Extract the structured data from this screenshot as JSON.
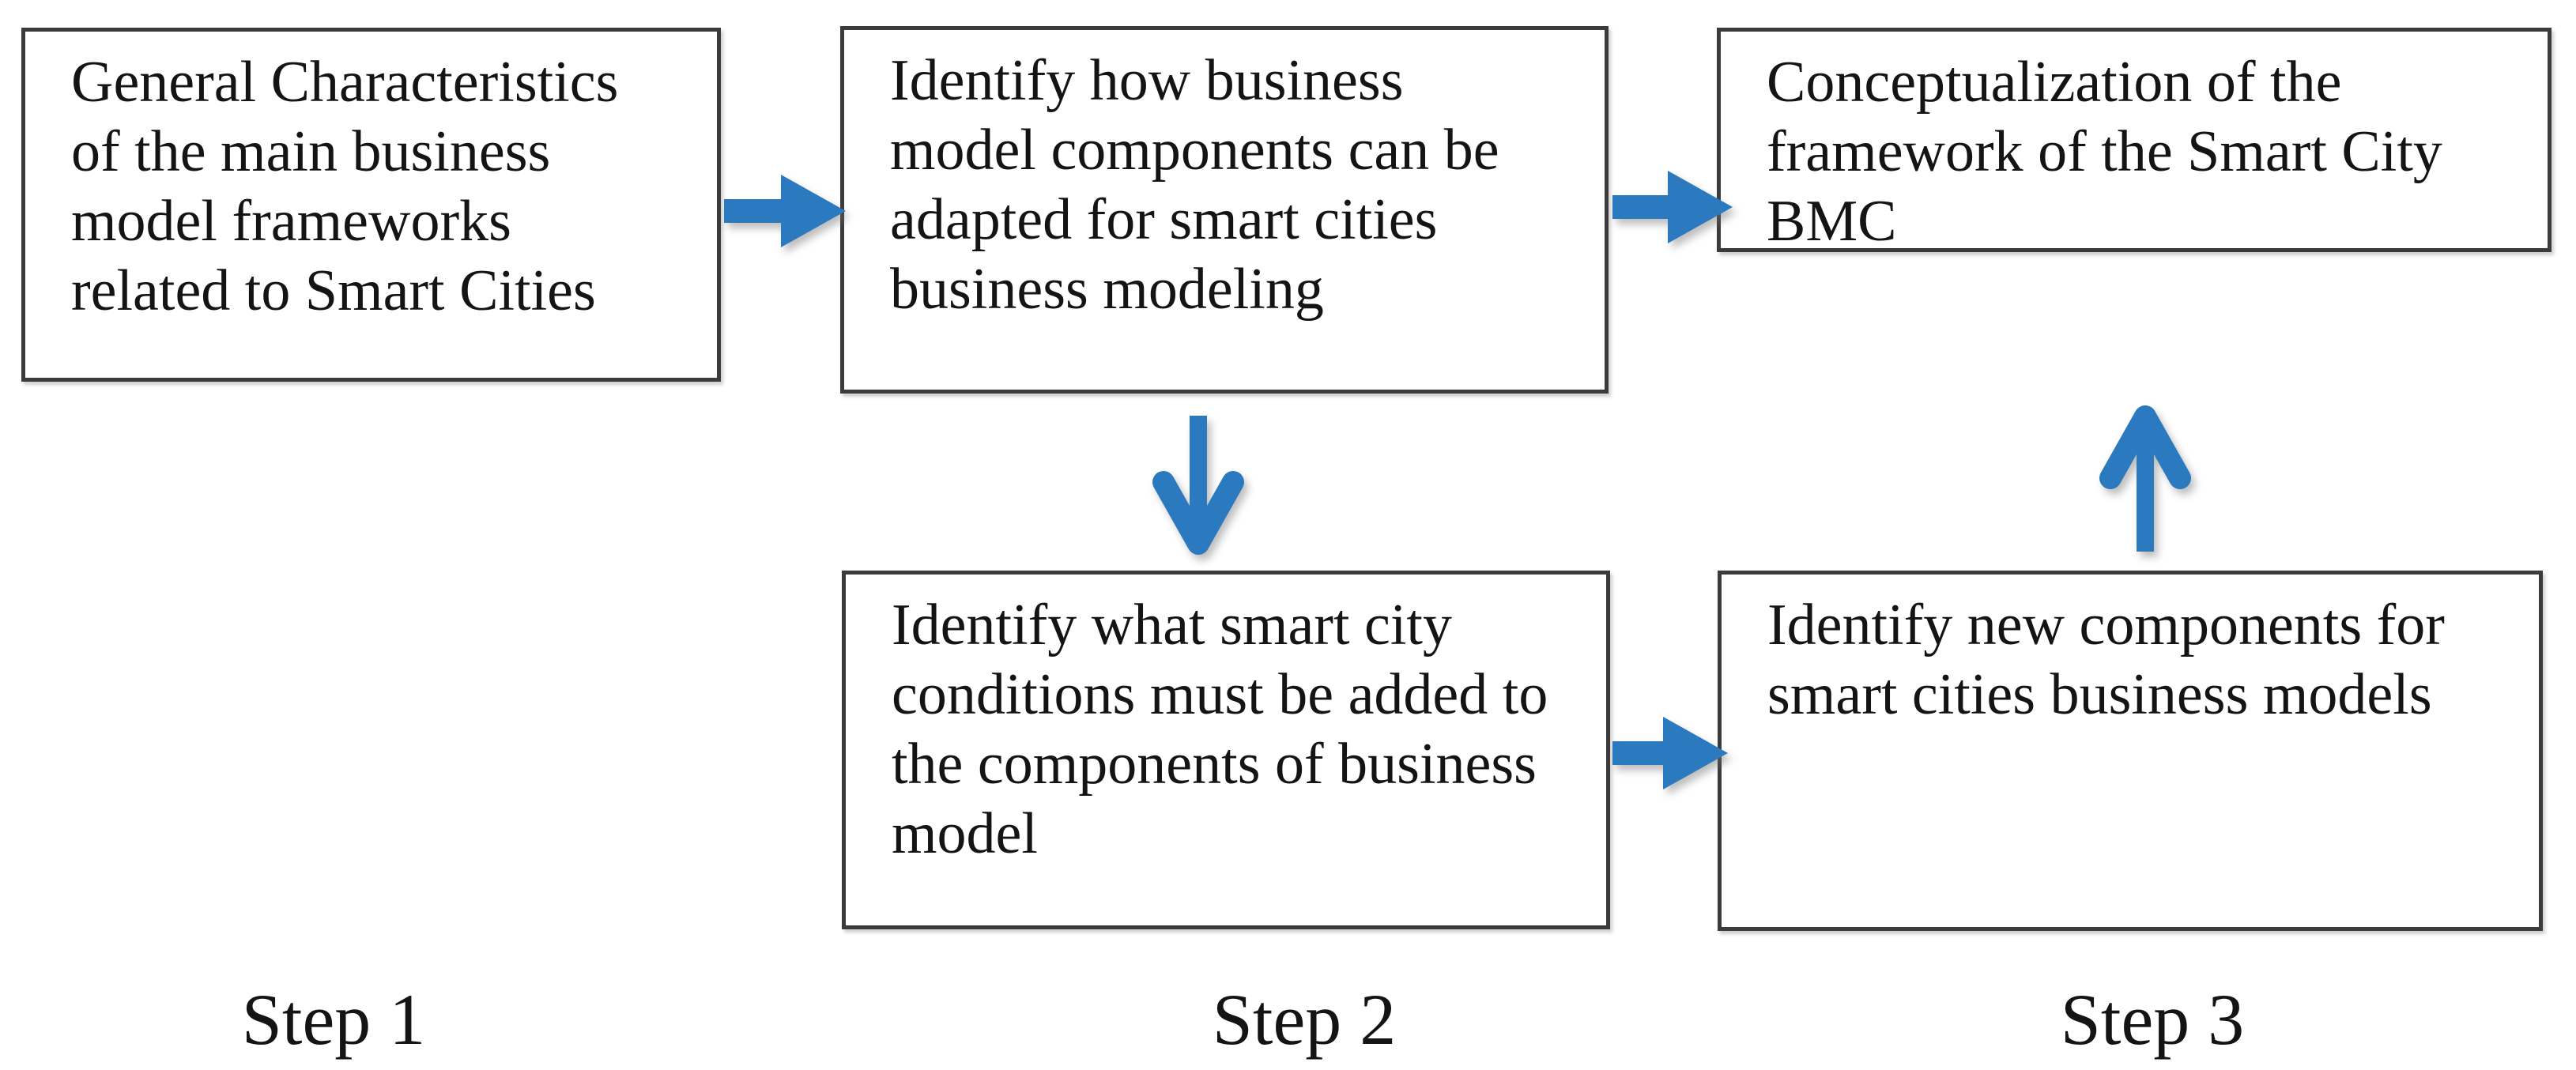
{
  "diagram": {
    "boxes": [
      {
        "id": "box-1",
        "text": "General Characteristics\nof the main business\nmodel frameworks\nrelated to Smart Cities"
      },
      {
        "id": "box-2",
        "text": "Identify how business\nmodel components can be\nadapted for smart cities\nbusiness modeling"
      },
      {
        "id": "box-3",
        "text": "Conceptualization of the\nframework of the Smart City\nBMC"
      },
      {
        "id": "box-4",
        "text": "Identify what smart city\nconditions must be added to\nthe components of business\nmodel"
      },
      {
        "id": "box-5",
        "text": "Identify new components for\nsmart cities business models"
      }
    ],
    "step_labels": [
      "Step 1",
      "Step 2",
      "Step 3"
    ],
    "connections": [
      {
        "from": "box-1",
        "to": "box-2",
        "direction": "right"
      },
      {
        "from": "box-2",
        "to": "box-3",
        "direction": "right"
      },
      {
        "from": "box-2",
        "to": "box-4",
        "direction": "down"
      },
      {
        "from": "box-4",
        "to": "box-5",
        "direction": "right"
      },
      {
        "from": "box-5",
        "to": "box-3",
        "direction": "up"
      }
    ],
    "colors": {
      "arrow": "#2B79BE",
      "box_border": "#3B3B3B",
      "text": "#141414",
      "background": "#FFFFFF"
    }
  }
}
